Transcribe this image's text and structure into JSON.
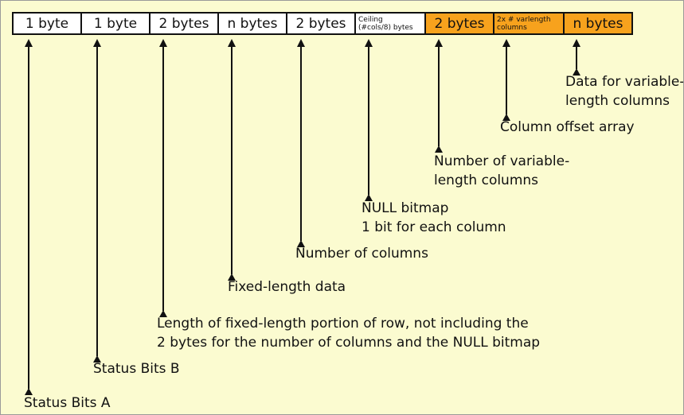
{
  "boxes": [
    {
      "text": "1 byte"
    },
    {
      "text": "1 byte"
    },
    {
      "text": "2 bytes"
    },
    {
      "text": "n bytes"
    },
    {
      "text": "2 bytes"
    },
    {
      "line1": "Ceiling",
      "line2": "(#cols/8) bytes"
    },
    {
      "text": "2 bytes"
    },
    {
      "line1": "2x # varlength",
      "line2": "columns"
    },
    {
      "text": "n bytes"
    }
  ],
  "labels": {
    "status_bits_a": "Status Bits A",
    "status_bits_b": "Status Bits B",
    "fixed_length_portion_line1": "Length of fixed-length portion of row, not including the",
    "fixed_length_portion_line2": "2 bytes for the number of columns and the NULL bitmap",
    "fixed_length_data": "Fixed-length data",
    "number_of_columns": "Number of columns",
    "null_bitmap_line1": "NULL bitmap",
    "null_bitmap_line2": "1 bit for each column",
    "num_var_columns_line1": "Number of variable-",
    "num_var_columns_line2": "length columns",
    "column_offset_array": "Column offset array",
    "var_data_line1": "Data for variable-",
    "var_data_line2": "length columns"
  },
  "colors": {
    "background": "#fbfbd0",
    "fixed_box": "#ffffff",
    "variable_box": "#f7a21d",
    "line": "#111111"
  }
}
